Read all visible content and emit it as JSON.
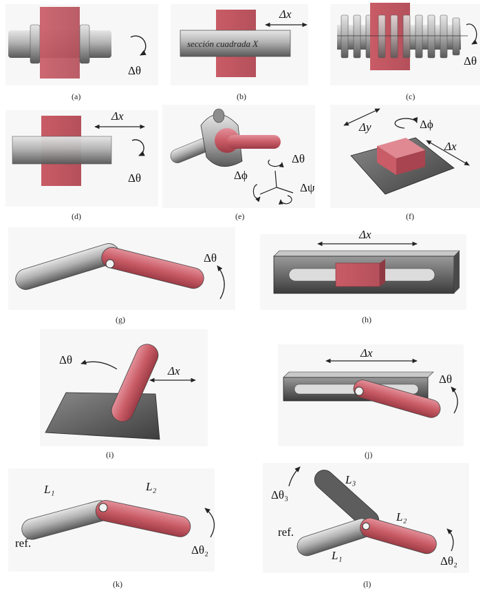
{
  "colors": {
    "gray_light": "#d8d8d8",
    "gray_mid": "#a9a9a9",
    "gray_dark": "#5e5e5e",
    "red": "#c95c66",
    "red_dark": "#9c3b45",
    "panel_bg": "#f7f7f7"
  },
  "captions": {
    "a": "(a)",
    "b": "(b)",
    "c": "(c)",
    "d": "(d)",
    "e": "(e)",
    "f": "(f)",
    "g": "(g)",
    "h": "(h)",
    "i": "(i)",
    "j": "(j)",
    "k": "(k)",
    "l": "(l)"
  },
  "labels": {
    "a_theta": "Δθ",
    "b_x": "Δx",
    "b_square_section": "sección cuadrada X",
    "c_theta": "Δθ",
    "d_x": "Δx",
    "d_theta": "Δθ",
    "e_theta": "Δθ",
    "e_phi": "Δϕ",
    "e_psi": "Δψ",
    "f_y": "Δy",
    "f_phi": "Δϕ",
    "f_x": "Δx",
    "g_theta": "Δθ",
    "h_x": "Δx",
    "i_theta": "Δθ",
    "i_x": "Δx",
    "j_x": "Δx",
    "j_theta": "Δθ",
    "k_L1": "L₁",
    "k_L2": "L₂",
    "k_ref": "ref.",
    "k_theta2": "Δθ₂",
    "l_L3": "L₃",
    "l_L2": "L₂",
    "l_L1": "L₁",
    "l_ref": "ref.",
    "l_theta3": "Δθ₃",
    "l_theta2": "Δθ₂"
  }
}
